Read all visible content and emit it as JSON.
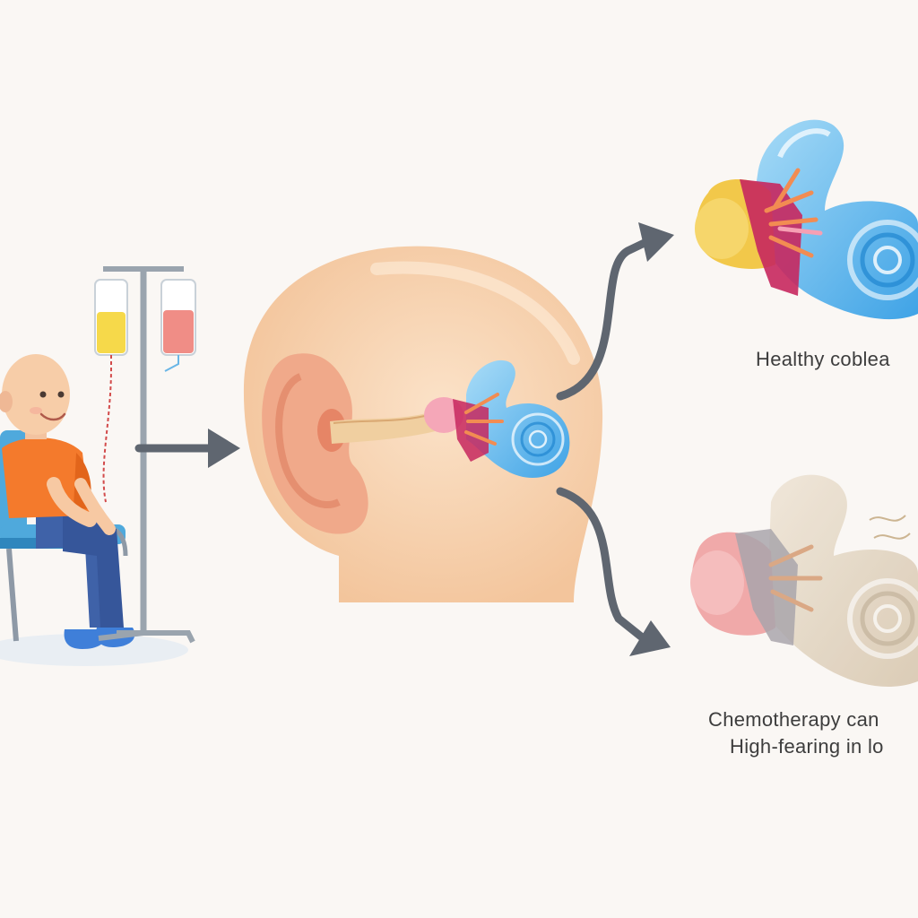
{
  "labels": {
    "healthy": "Healthy coblea",
    "damage_line1": "Chemotherapy can",
    "damage_line2": "High-fearing in lo"
  },
  "colors": {
    "background": "#faf7f4",
    "arrow": "#5f6670",
    "skin": "#f6cfa8",
    "ear": "#f0a98a",
    "cochlea_healthy": "#6ec3ef",
    "cochlea_damaged": "#e3d6c2",
    "shirt": "#f47a2c",
    "pants": "#3f62a8",
    "chair": "#4fa9dc",
    "iv_bag_yellow": "#f6d94a",
    "iv_bag_red": "#f08d86"
  }
}
